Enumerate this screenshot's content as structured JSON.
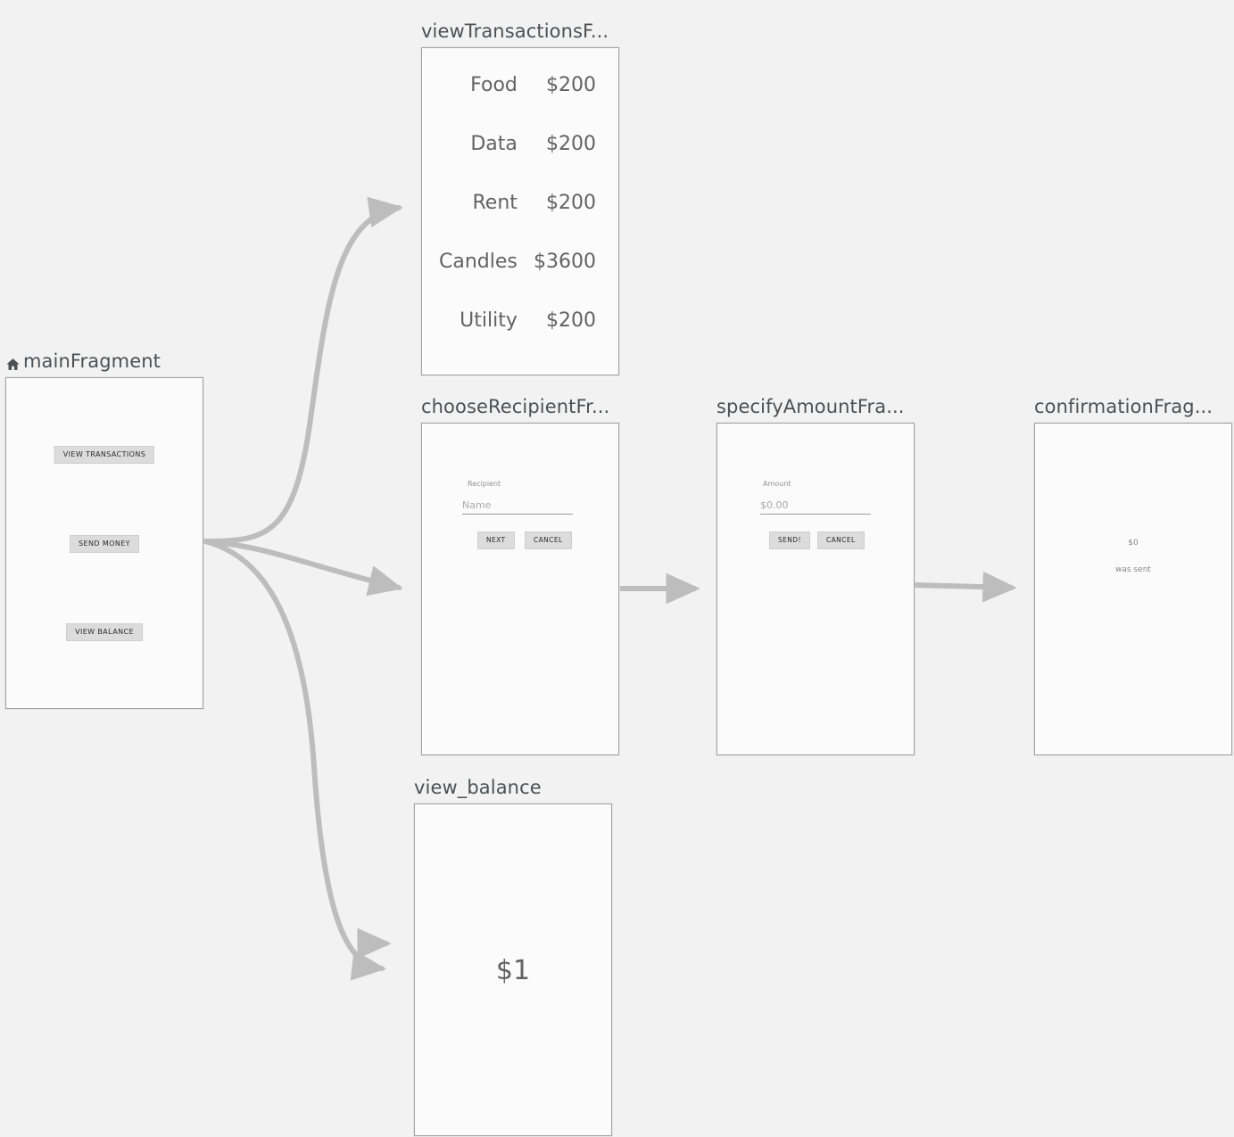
{
  "canvas": {
    "background_color": "#f2f2f2",
    "node_border_color": "#a3a3a3",
    "node_fill_color": "#fbfbfb",
    "edge_color": "#bdbdbd",
    "label_color": "#4d5052"
  },
  "nodes": {
    "main": {
      "label": "mainFragment",
      "icon": "home-icon",
      "buttons": [
        {
          "label": "VIEW TRANSACTIONS"
        },
        {
          "label": "SEND MONEY"
        },
        {
          "label": "VIEW BALANCE"
        }
      ]
    },
    "view_transactions": {
      "label": "viewTransactionsF...",
      "transactions": [
        {
          "name": "Food",
          "amount": "$200"
        },
        {
          "name": "Data",
          "amount": "$200"
        },
        {
          "name": "Rent",
          "amount": "$200"
        },
        {
          "name": "Candles",
          "amount": "$3600"
        },
        {
          "name": "Utility",
          "amount": "$200"
        }
      ]
    },
    "choose_recipient": {
      "label": "chooseRecipientFr...",
      "field_label": "Recipient",
      "field_placeholder": "Name",
      "primary_button": "NEXT",
      "secondary_button": "CANCEL"
    },
    "specify_amount": {
      "label": "specifyAmountFra...",
      "field_label": "Amount",
      "field_placeholder": "$0.00",
      "primary_button": "SEND!",
      "secondary_button": "CANCEL"
    },
    "confirmation": {
      "label": "confirmationFrag...",
      "amount": "$0",
      "message": "was sent"
    },
    "view_balance": {
      "label": "view_balance",
      "amount": "$1"
    }
  }
}
